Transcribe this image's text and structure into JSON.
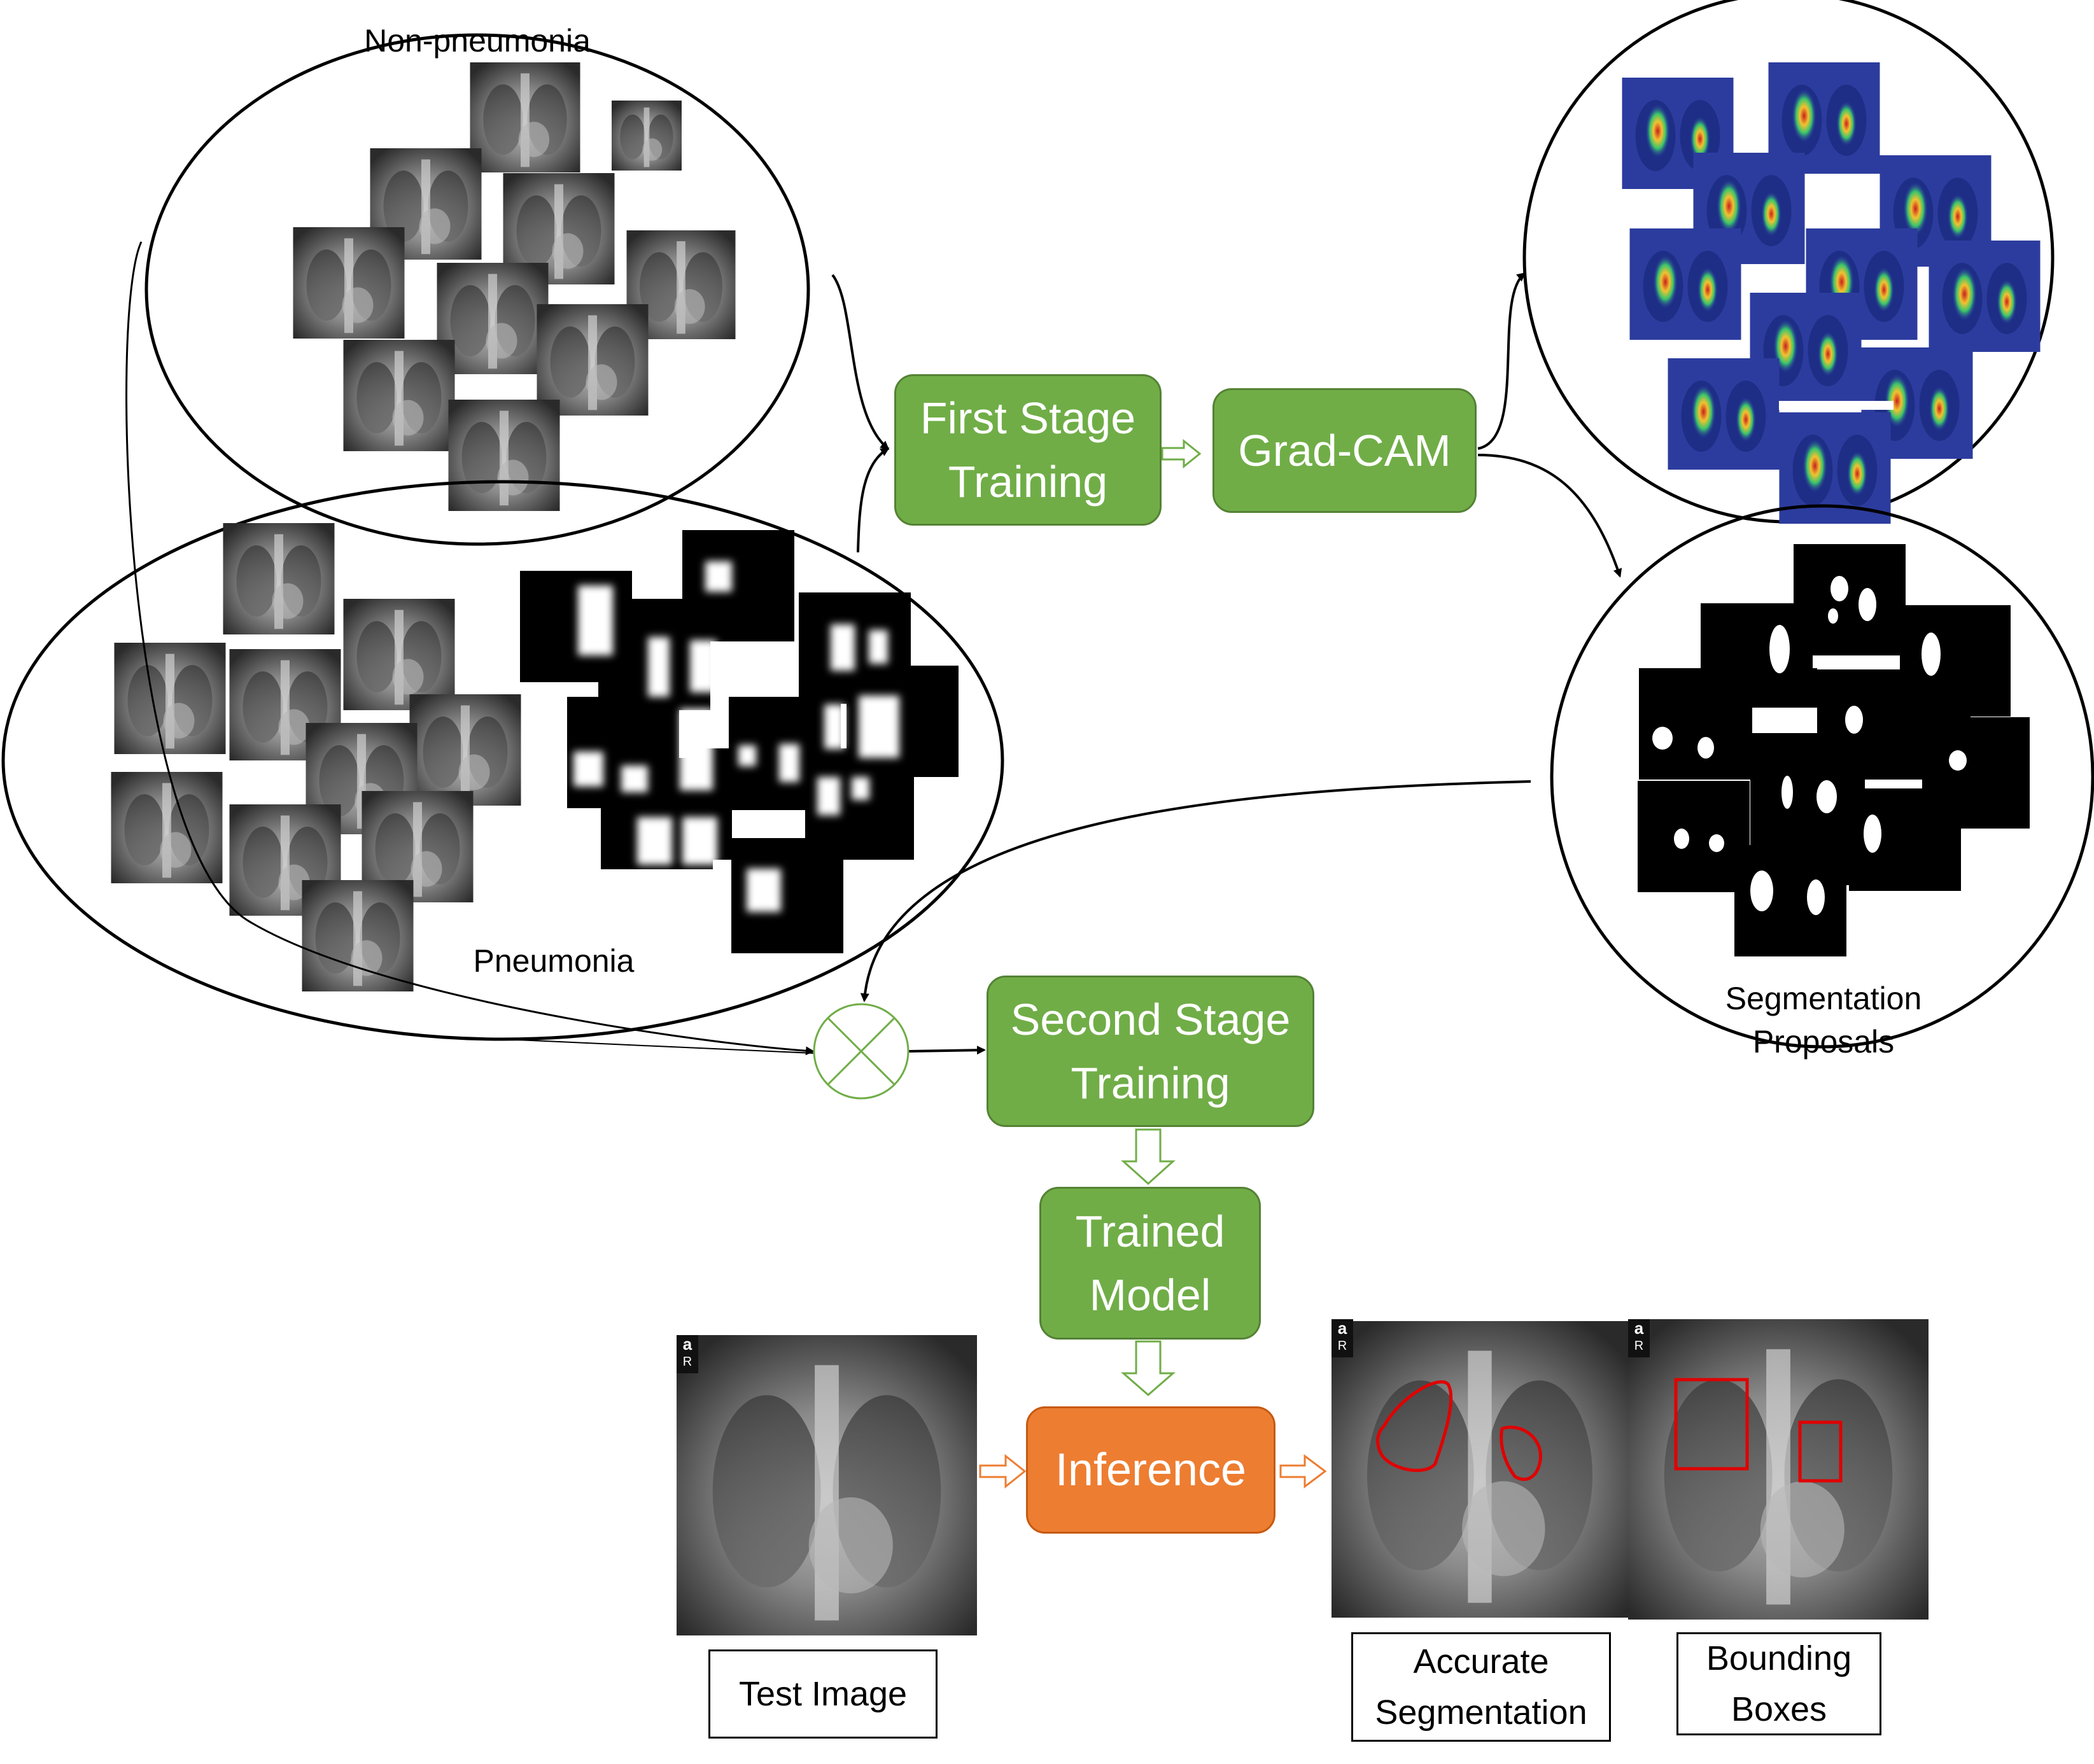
{
  "sets": {
    "non_pneumonia_label": "Non-pneumonia",
    "pneumonia_label": "Pneumonia",
    "segmentation_label": "Segmentation\nProposals"
  },
  "steps": {
    "first_stage": "First Stage\nTraining",
    "grad_cam": "Grad-CAM",
    "second_stage": "Second Stage\nTraining",
    "trained_model": "Trained\nModel",
    "inference": "Inference"
  },
  "outputs": {
    "test_image": "Test Image",
    "accurate_segmentation": "Accurate\nSegmentation",
    "bounding_boxes": "Bounding\nBoxes"
  },
  "xray_marker": {
    "letter": "a",
    "side": "R"
  },
  "colors": {
    "green": "#70ad47",
    "green_border": "#548235",
    "orange": "#ed7d31",
    "heatmap_blue": "#2a3aa8",
    "mask_black": "#000000",
    "annotation_red": "#e00000"
  }
}
